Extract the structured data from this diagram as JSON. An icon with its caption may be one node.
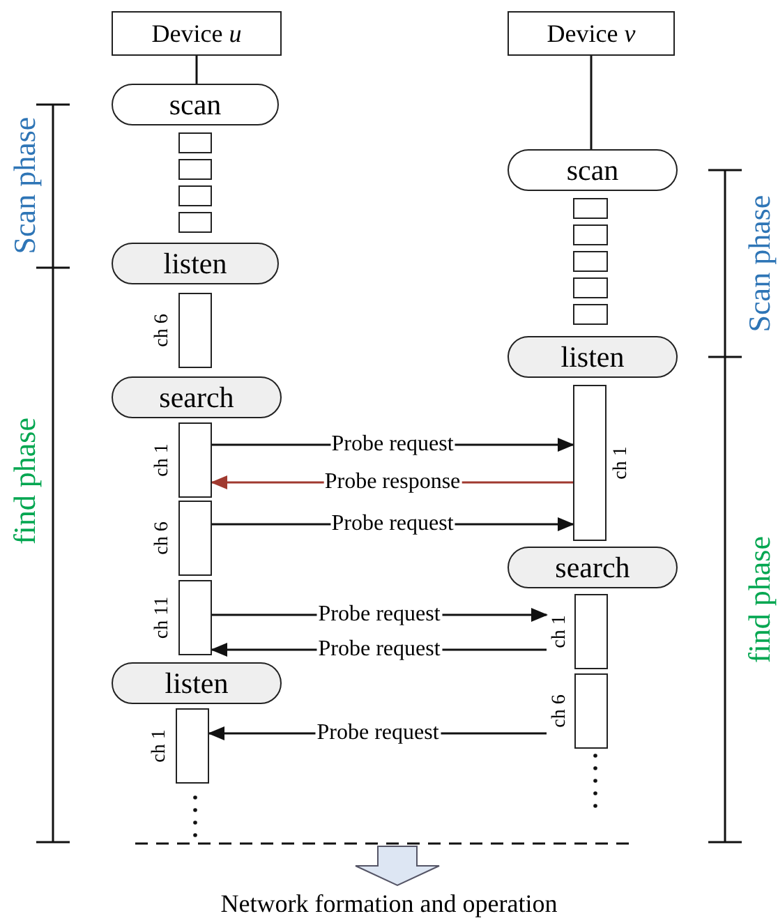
{
  "diagram": {
    "nodes": [
      {
        "text": [
          "Device *u*"
        ]
      },
      {
        "text": [
          "scan"
        ]
      },
      {
        "text": [],
        "shape": "box"
      },
      {
        "text": [],
        "shape": "box"
      },
      {
        "text": [],
        "shape": "box"
      },
      {
        "text": [],
        "shape": "box"
      },
      {
        "text": [
          "listen"
        ]
      },
      {
        "text": [
          "ch 6"
        ]
      },
      {
        "text": [
          "search"
        ]
      },
      {
        "text": [
          "ch 1"
        ]
      },
      {
        "text": [
          "ch 6"
        ]
      },
      {
        "text": [
          "ch 11"
        ]
      },
      {
        "text": [
          "listen"
        ]
      },
      {
        "text": [
          "ch 1"
        ]
      },
      {
        "text": [
          "Device *v*"
        ]
      },
      {
        "text": [
          "scan"
        ]
      },
      {
        "text": [],
        "shape": "box"
      },
      {
        "text": [],
        "shape": "box"
      },
      {
        "text": [],
        "shape": "box"
      },
      {
        "text": [],
        "shape": "box"
      },
      {
        "text": [],
        "shape": "box"
      },
      {
        "text": [
          "listen"
        ]
      },
      {
        "text": [
          "ch 1"
        ]
      },
      {
        "text": [
          "search"
        ]
      },
      {
        "text": [
          "ch 1"
        ]
      },
      {
        "text": [
          "ch 6"
        ]
      }
    ],
    "edges": [
      {
        "from": 0,
        "to": 1,
        "arrow": "none"
      },
      {
        "from": 14,
        "to": 15,
        "arrow": "none"
      },
      {
        "from": 9,
        "to": 22,
        "arrow": "to",
        "label": "Probe request"
      },
      {
        "from": 22,
        "to": 9,
        "arrow": "to",
        "label": "Probe response",
        "color": "#a0392f"
      },
      {
        "from": 10,
        "to": 22,
        "arrow": "to",
        "label": "Probe request"
      },
      {
        "from": 11,
        "to": 24,
        "arrow": "to",
        "label": "Probe request"
      },
      {
        "from": 24,
        "to": 11,
        "arrow": "to",
        "label": "Probe request"
      },
      {
        "from": 25,
        "to": 13,
        "arrow": "to",
        "label": "Probe request"
      }
    ],
    "labels": [
      "Scan phase",
      "find phase",
      "Scan phase",
      "find phase",
      "Network formation and operation"
    ]
  }
}
